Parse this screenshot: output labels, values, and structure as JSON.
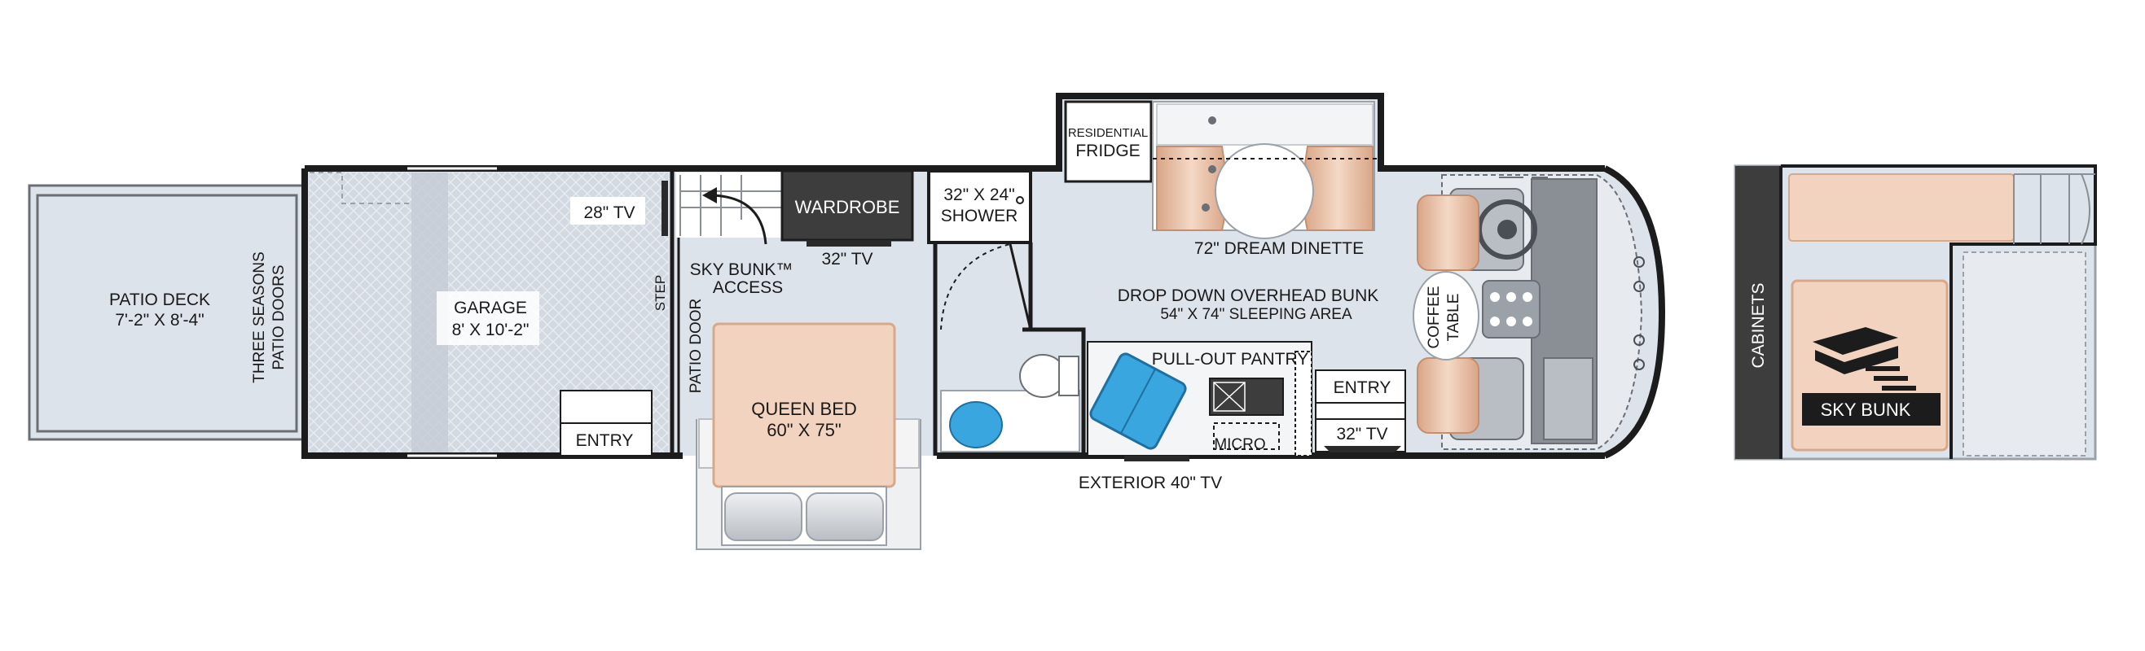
{
  "labels": {
    "patio_deck": "PATIO DECK",
    "patio_deck_dim": "7'-2\" X 8'-4\"",
    "three_seasons": "THREE SEASONS",
    "patio_doors": "PATIO DOORS",
    "garage": "GARAGE",
    "garage_dim": "8' X 10'-2\"",
    "tv_28": "28\" TV",
    "entry_garage": "ENTRY",
    "step": "STEP",
    "patio_door": "PATIO DOOR",
    "sky_bunk_access_1": "SKY BUNK™",
    "sky_bunk_access_2": "ACCESS",
    "wardrobe": "WARDROBE",
    "tv_32_bedroom": "32\" TV",
    "shower_1": "32\" X 24\"",
    "shower_2": "SHOWER",
    "queen_bed": "QUEEN BED",
    "queen_bed_dim": "60\" X 75\"",
    "residential": "RESIDENTIAL",
    "fridge": "FRIDGE",
    "dream_dinette": "72\" DREAM DINETTE",
    "overhead_bunk": "DROP DOWN OVERHEAD BUNK",
    "sleeping_area": "54\" X 74\" SLEEPING AREA",
    "coffee": "COFFEE",
    "table": "TABLE",
    "pantry": "PULL-OUT PANTRY",
    "micro": "MICRO",
    "entry_main": "ENTRY",
    "tv_32_front": "32\" TV",
    "exterior_tv": "EXTERIOR 40\" TV",
    "cabinets": "CABINETS",
    "sky_bunk": "SKY BUNK"
  },
  "colors": {
    "floor": "#dde3ea",
    "garage_floor": "#d4dae2",
    "wall": "#1c1c1c",
    "furniture_tan": "#f2d3bf",
    "furniture_shade": "#d8a88a",
    "water_blue": "#3aa6e0",
    "cabinet_dark": "#3d3d3d",
    "cab_grey": "#8a8f95"
  }
}
